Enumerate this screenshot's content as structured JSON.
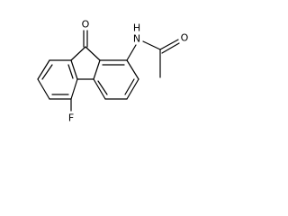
{
  "atoms": {
    "ketone_oxygen": "O",
    "amide_nitrogen_h": "H",
    "amide_nitrogen_n": "N",
    "amide_oxygen": "O",
    "fluorine": "F"
  },
  "colors": {
    "bond": "#000000",
    "label": "#000000",
    "background": "#ffffff"
  }
}
